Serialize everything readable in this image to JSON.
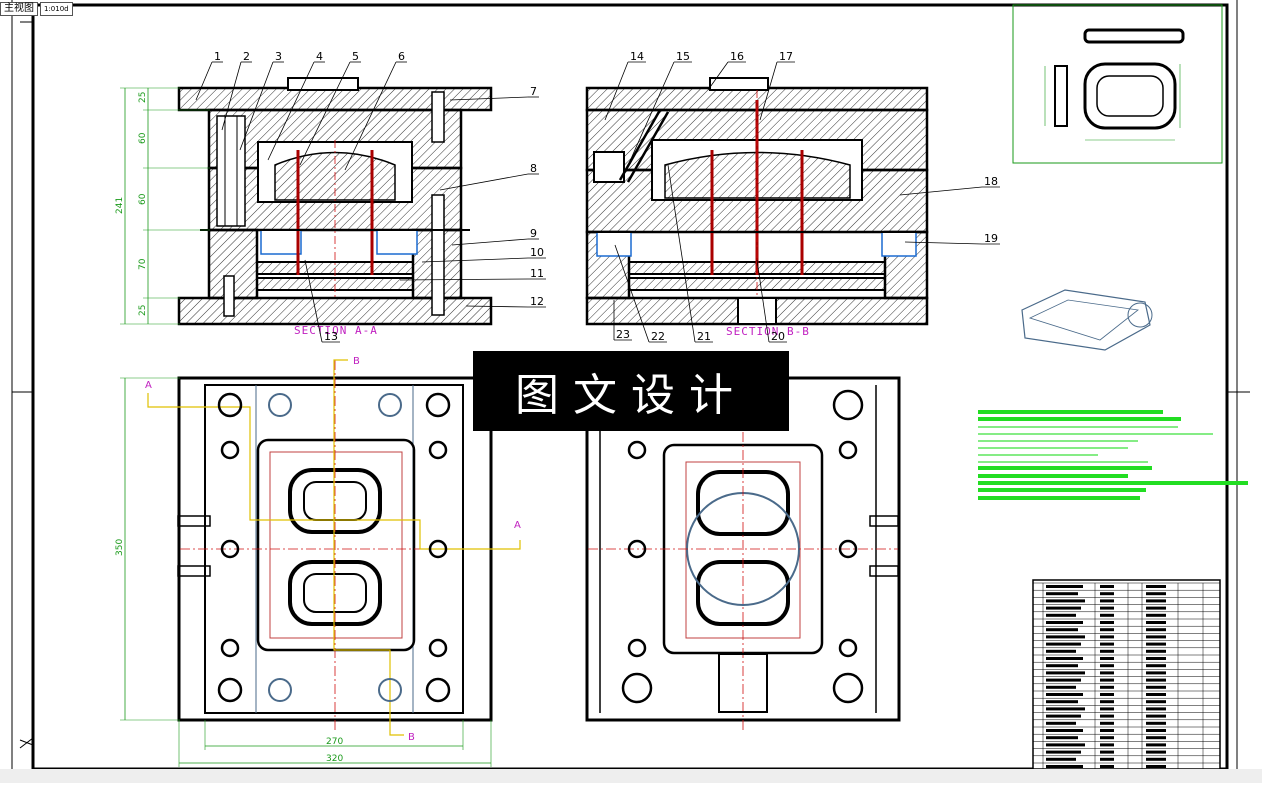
{
  "tabs": {
    "main": "主视图",
    "scale": "1:010d"
  },
  "watermark": "图文设计",
  "section_labels": {
    "aa": "SECTION A-A",
    "bb": "SECTION B-B"
  },
  "part_numbers": [
    "1",
    "2",
    "3",
    "4",
    "5",
    "6",
    "7",
    "8",
    "9",
    "10",
    "11",
    "12",
    "13",
    "14",
    "15",
    "16",
    "17",
    "18",
    "19",
    "20",
    "21",
    "22",
    "23"
  ],
  "dimensions": {
    "left_vertical": [
      "25",
      "60",
      "60",
      "70",
      "25"
    ],
    "left_total": "241",
    "plan_height": "350",
    "plan_width_inner": "270",
    "plan_width_outer": "320"
  },
  "cut_markers": {
    "a": "A",
    "b": "B"
  },
  "colors": {
    "line": "#000000",
    "hatch": "#000000",
    "dimension": "#1a9a1a",
    "centerline": "#d01010",
    "section_text": "#c020c0",
    "cut_line": "#e0c000",
    "notes": "#22dd22",
    "part_outline": "#4a6a8a"
  }
}
